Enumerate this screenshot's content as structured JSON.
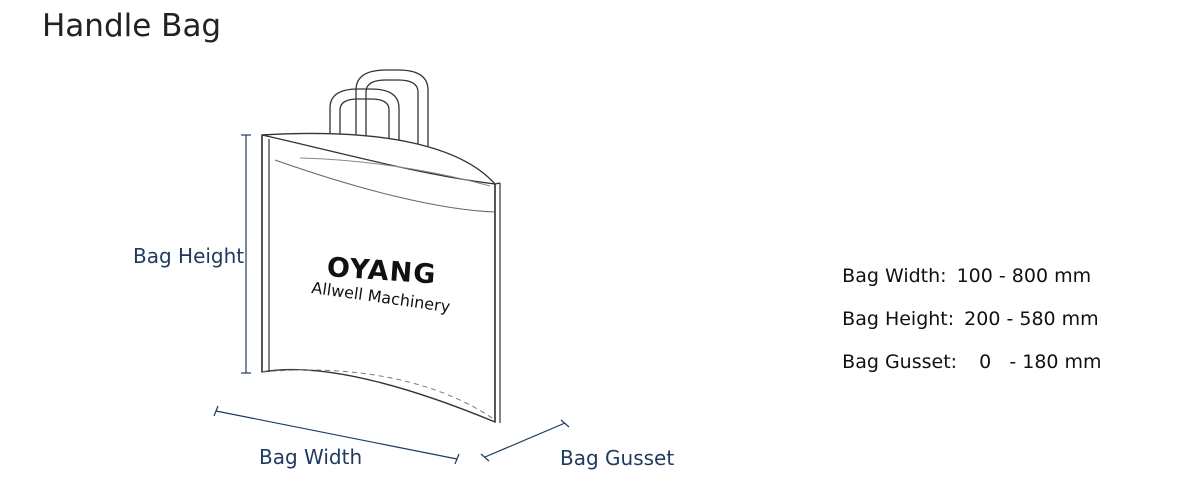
{
  "title": "Handle Bag",
  "dimension_labels": {
    "height": "Bag Height",
    "width": "Bag Width",
    "gusset": "Bag Gusset"
  },
  "logo": {
    "brand": "OYANG",
    "company": "Allwell Machinery"
  },
  "specs": [
    {
      "label": "Bag Width:",
      "value": "100 - 800 mm"
    },
    {
      "label": "Bag Height:",
      "value": "200 - 580 mm"
    },
    {
      "label": "Bag Gusset:",
      "value": "  0   - 180 mm"
    }
  ],
  "colors": {
    "dimension_line": "#1f3a5c",
    "outline": "#333333"
  }
}
